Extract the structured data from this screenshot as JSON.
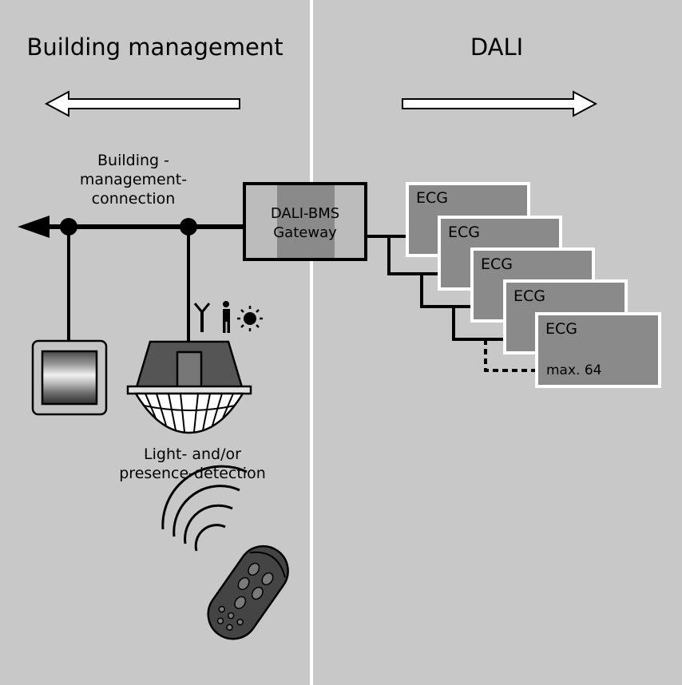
{
  "left_panel": {
    "title": "Building management",
    "connection_label": [
      "Building -",
      "management-",
      "connection"
    ],
    "detector_label": [
      "Light- and/or",
      "presence-detection"
    ]
  },
  "right_panel": {
    "title": "DALI",
    "max_label": "max. 64"
  },
  "gateway": {
    "label": [
      "DALI-BMS",
      "Gateway"
    ]
  },
  "ecg_units": [
    {
      "label": "ECG"
    },
    {
      "label": "ECG"
    },
    {
      "label": "ECG"
    },
    {
      "label": "ECG"
    },
    {
      "label": "ECG"
    }
  ],
  "icons": [
    "arrow-left-icon",
    "arrow-right-icon",
    "antenna-icon",
    "person-icon",
    "sun-icon",
    "wall-switch-icon",
    "ceiling-detector-icon",
    "remote-control-icon",
    "signal-waves-icon"
  ],
  "colors": {
    "background": "#c8c8c8",
    "box_fill": "#8a8a8a",
    "gateway_center": "#8a8a8a",
    "gateway_side": "#bcbcbc",
    "line": "#000000",
    "divider": "#ffffff"
  }
}
